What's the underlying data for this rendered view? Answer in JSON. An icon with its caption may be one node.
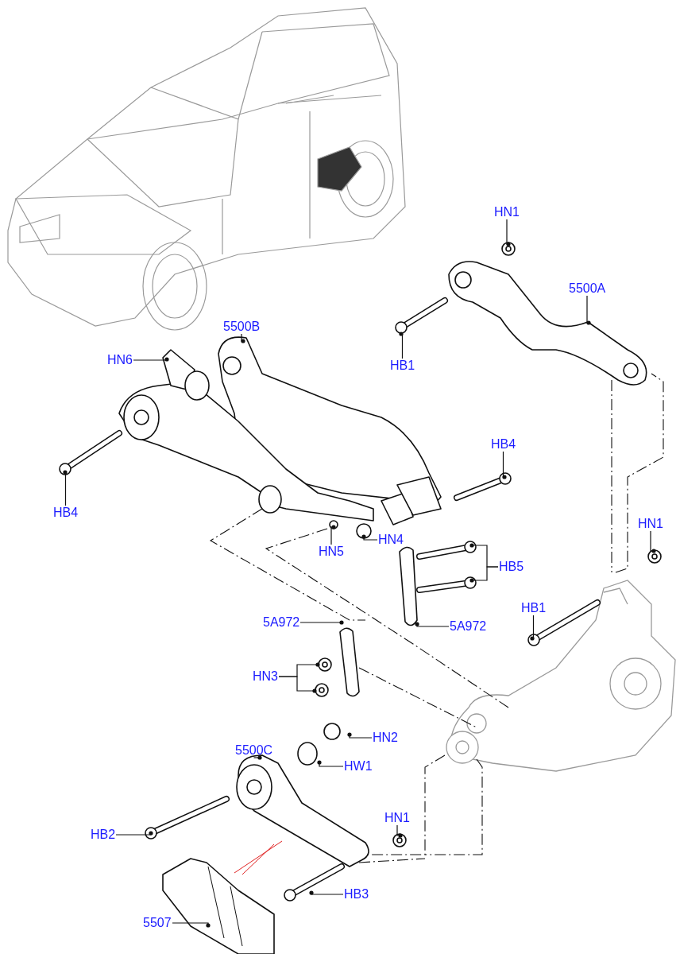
{
  "diagram": {
    "nodes": [
      {
        "text": [
          "HN1"
        ]
      },
      {
        "text": [
          "5500A"
        ]
      },
      {
        "text": [
          "5500B"
        ]
      },
      {
        "text": [
          "HN6"
        ]
      },
      {
        "text": [
          "HB1"
        ]
      },
      {
        "text": [
          "HB4"
        ]
      },
      {
        "text": [
          "HB4"
        ]
      },
      {
        "text": [
          "HN5"
        ]
      },
      {
        "text": [
          "HN4"
        ]
      },
      {
        "text": [
          "HN1"
        ]
      },
      {
        "text": [
          "HB5"
        ]
      },
      {
        "text": [
          "HB1"
        ]
      },
      {
        "text": [
          "5A972"
        ]
      },
      {
        "text": [
          "5A972"
        ]
      },
      {
        "text": [
          "HN3"
        ]
      },
      {
        "text": [
          "5500C"
        ]
      },
      {
        "text": [
          "HN2"
        ]
      },
      {
        "text": [
          "HW1"
        ]
      },
      {
        "text": [
          "HN1"
        ]
      },
      {
        "text": [
          "HB2"
        ]
      },
      {
        "text": [
          "HB3"
        ]
      },
      {
        "text": [
          "5507"
        ]
      }
    ],
    "edges": [
      {
        "from": 0,
        "to": null,
        "arrow": "other"
      },
      {
        "from": 1,
        "to": null,
        "arrow": "other"
      },
      {
        "from": 2,
        "to": null,
        "arrow": "other"
      },
      {
        "from": 3,
        "to": null,
        "arrow": "other"
      },
      {
        "from": 4,
        "to": null,
        "arrow": "other"
      },
      {
        "from": 5,
        "to": null,
        "arrow": "other"
      },
      {
        "from": 6,
        "to": null,
        "arrow": "other"
      },
      {
        "from": 7,
        "to": null,
        "arrow": "other"
      },
      {
        "from": 8,
        "to": null,
        "arrow": "other"
      },
      {
        "from": 9,
        "to": null,
        "arrow": "other"
      },
      {
        "from": 10,
        "to": null,
        "arrow": "other"
      },
      {
        "from": 10,
        "to": null,
        "arrow": "other"
      },
      {
        "from": 11,
        "to": null,
        "arrow": "other"
      },
      {
        "from": 12,
        "to": null,
        "arrow": "other"
      },
      {
        "from": 13,
        "to": null,
        "arrow": "other"
      },
      {
        "from": 14,
        "to": null,
        "arrow": "other"
      },
      {
        "from": 14,
        "to": null,
        "arrow": "other"
      },
      {
        "from": 15,
        "to": null,
        "arrow": "other"
      },
      {
        "from": 16,
        "to": null,
        "arrow": "other"
      },
      {
        "from": 17,
        "to": null,
        "arrow": "other"
      },
      {
        "from": 18,
        "to": null,
        "arrow": "other"
      },
      {
        "from": 19,
        "to": null,
        "arrow": "other"
      },
      {
        "from": 20,
        "to": null,
        "arrow": "other"
      },
      {
        "from": 21,
        "to": null,
        "arrow": "other"
      }
    ]
  }
}
